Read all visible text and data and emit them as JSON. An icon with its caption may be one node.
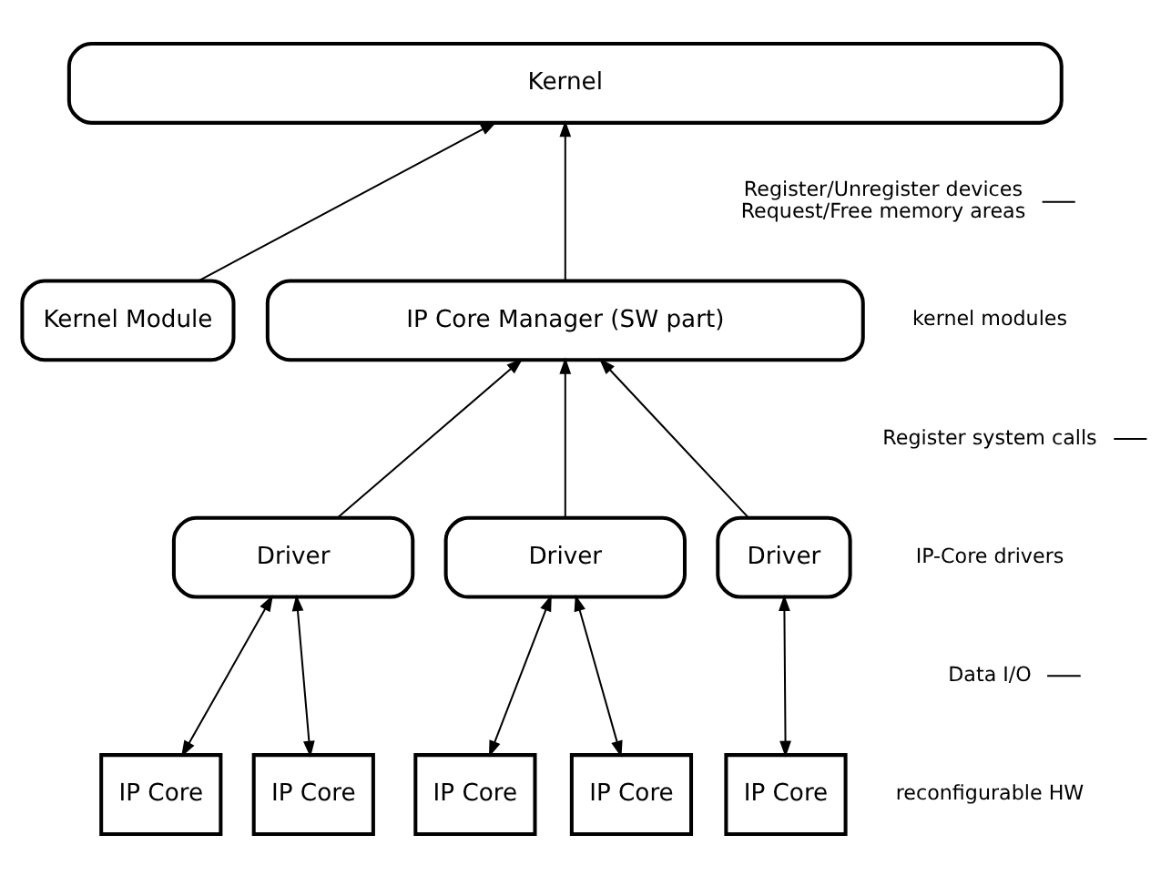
{
  "diagram": {
    "nodes": [
      {
        "text": [
          "Kernel"
        ]
      },
      {
        "text": [
          "Kernel Module"
        ]
      },
      {
        "text": [
          "IP Core Manager (SW part)"
        ]
      },
      {
        "text": [
          "Driver"
        ]
      },
      {
        "text": [
          "Driver"
        ]
      },
      {
        "text": [
          "Driver"
        ]
      },
      {
        "text": [
          "IP Core"
        ]
      },
      {
        "text": [
          "IP Core"
        ]
      },
      {
        "text": [
          "IP Core"
        ]
      },
      {
        "text": [
          "IP Core"
        ]
      },
      {
        "text": [
          "IP Core"
        ]
      },
      {
        "text": [
          "Register/Unregister devices",
          "Request/Free memory areas"
        ]
      },
      {
        "text": [
          "Register system calls"
        ]
      },
      {
        "text": [
          "Data I/O"
        ]
      }
    ],
    "edges": [
      {
        "from": 1,
        "to": 0,
        "arrow": "to"
      },
      {
        "from": 2,
        "to": 0,
        "arrow": "to"
      },
      {
        "from": 3,
        "to": 2,
        "arrow": "to"
      },
      {
        "from": 4,
        "to": 2,
        "arrow": "to"
      },
      {
        "from": 5,
        "to": 2,
        "arrow": "to"
      },
      {
        "from": 3,
        "to": 6,
        "arrow": "both"
      },
      {
        "from": 3,
        "to": 7,
        "arrow": "both"
      },
      {
        "from": 4,
        "to": 8,
        "arrow": "both"
      },
      {
        "from": 4,
        "to": 9,
        "arrow": "both"
      },
      {
        "from": 5,
        "to": 10,
        "arrow": "both"
      },
      {
        "from": 11,
        "to": null,
        "arrow": "none"
      },
      {
        "from": 12,
        "to": null,
        "arrow": "none"
      },
      {
        "from": 13,
        "to": null,
        "arrow": "none"
      }
    ],
    "labels": [
      "kernel modules",
      "IP-Core drivers",
      "reconfigurable HW"
    ]
  }
}
